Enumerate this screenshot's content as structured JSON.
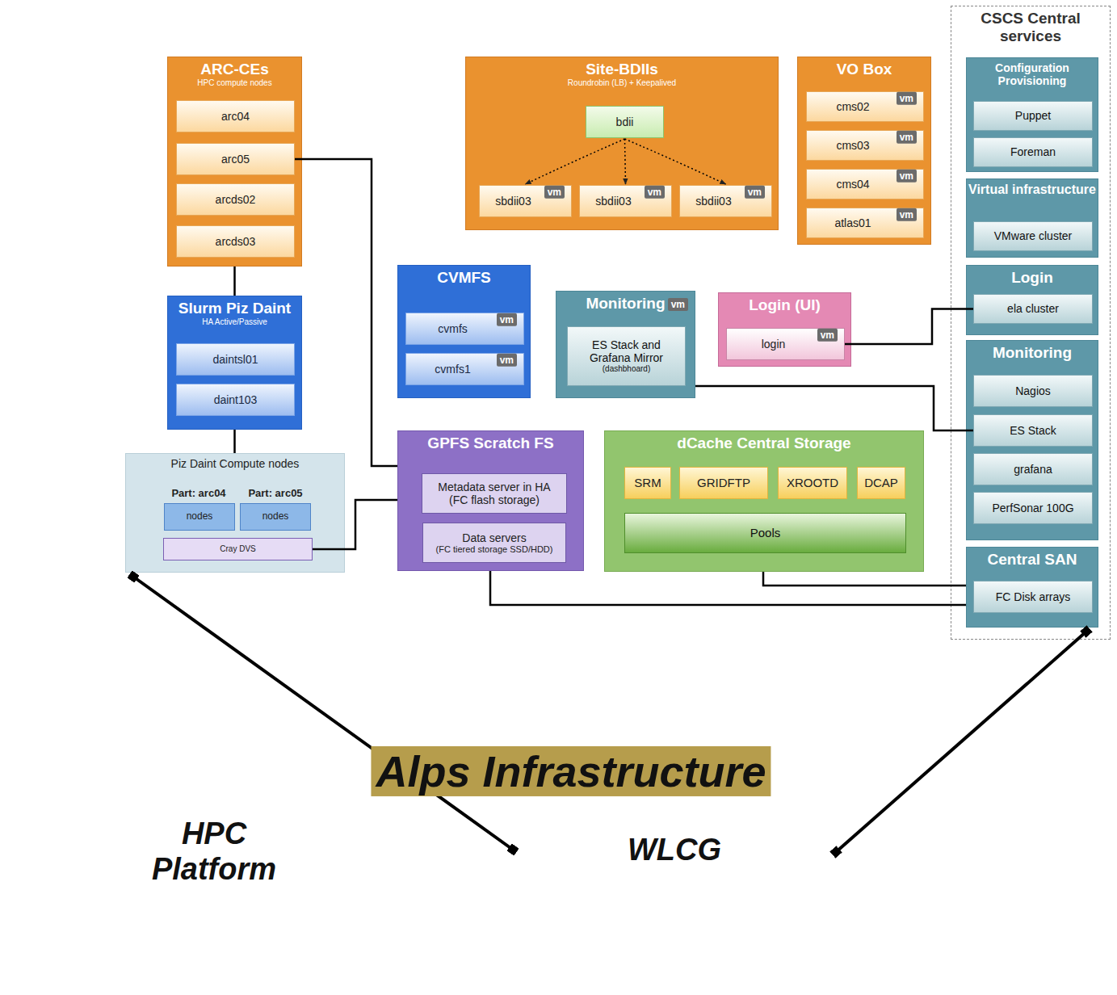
{
  "diagram": {
    "nodes": [
      {
        "text": [
          "ARC-CEs",
          "HPC compute nodes"
        ]
      },
      {
        "text": [
          "arc04"
        ],
        "in": 0
      },
      {
        "text": [
          "arc05"
        ],
        "in": 0
      },
      {
        "text": [
          "arcds02"
        ],
        "in": 0
      },
      {
        "text": [
          "arcds03"
        ],
        "in": 0
      },
      {
        "text": [
          "Site-BDIIs",
          "Roundrobin (LB) + Keepalived"
        ]
      },
      {
        "text": [
          "bdii"
        ],
        "in": 5
      },
      {
        "text": [
          "sbdii03",
          "vm"
        ],
        "in": 5
      },
      {
        "text": [
          "sbdii03",
          "vm"
        ],
        "in": 5
      },
      {
        "text": [
          "sbdii03",
          "vm"
        ],
        "in": 5
      },
      {
        "text": [
          "VO Box"
        ]
      },
      {
        "text": [
          "cms02",
          "vm"
        ],
        "in": 10
      },
      {
        "text": [
          "cms03",
          "vm"
        ],
        "in": 10
      },
      {
        "text": [
          "cms04",
          "vm"
        ],
        "in": 10
      },
      {
        "text": [
          "atlas01",
          "vm"
        ],
        "in": 10
      },
      {
        "text": [
          "CSCS Central services"
        ]
      },
      {
        "text": [
          "Configuration Provisioning"
        ],
        "in": 15
      },
      {
        "text": [
          "Puppet"
        ],
        "in": 16
      },
      {
        "text": [
          "Foreman"
        ],
        "in": 16
      },
      {
        "text": [
          "Virtual infrastructure"
        ],
        "in": 15
      },
      {
        "text": [
          "VMware cluster"
        ],
        "in": 19
      },
      {
        "text": [
          "Login"
        ],
        "in": 15
      },
      {
        "text": [
          "ela cluster"
        ],
        "in": 21
      },
      {
        "text": [
          "Monitoring"
        ],
        "in": 15
      },
      {
        "text": [
          "Nagios"
        ],
        "in": 23
      },
      {
        "text": [
          "ES Stack"
        ],
        "in": 23
      },
      {
        "text": [
          "grafana"
        ],
        "in": 23
      },
      {
        "text": [
          "PerfSonar 100G"
        ],
        "in": 23
      },
      {
        "text": [
          "Central SAN"
        ],
        "in": 15
      },
      {
        "text": [
          "FC Disk arrays"
        ],
        "in": 28
      },
      {
        "text": [
          "Slurm Piz Daint",
          "HA Active/Passive"
        ]
      },
      {
        "text": [
          "daintsl01"
        ],
        "in": 30
      },
      {
        "text": [
          "daint103"
        ],
        "in": 30
      },
      {
        "text": [
          "CVMFS"
        ]
      },
      {
        "text": [
          "cvmfs",
          "vm"
        ],
        "in": 33
      },
      {
        "text": [
          "cvmfs1",
          "vm"
        ],
        "in": 33
      },
      {
        "text": [
          "Monitoring",
          "vm"
        ]
      },
      {
        "text": [
          "ES Stack and Grafana Mirror",
          "(dashbhoard)"
        ],
        "in": 36
      },
      {
        "text": [
          "Login (UI)"
        ]
      },
      {
        "text": [
          "login",
          "vm"
        ],
        "in": 38
      },
      {
        "text": [
          "Piz Daint Compute nodes",
          "Part: arc04",
          "Part: arc05"
        ]
      },
      {
        "text": [
          "nodes"
        ],
        "in": 40
      },
      {
        "text": [
          "nodes"
        ],
        "in": 40
      },
      {
        "text": [
          "Cray DVS"
        ],
        "in": 40
      },
      {
        "text": [
          "GPFS Scratch FS"
        ]
      },
      {
        "text": [
          "Metadata server in HA (FC flash storage)"
        ],
        "in": 44
      },
      {
        "text": [
          "Data servers",
          "(FC tiered storage SSD/HDD)"
        ],
        "in": 44
      },
      {
        "text": [
          "dCache Central Storage"
        ]
      },
      {
        "text": [
          "SRM"
        ],
        "in": 47
      },
      {
        "text": [
          "GRIDFTP"
        ],
        "in": 47
      },
      {
        "text": [
          "XROOTD"
        ],
        "in": 47
      },
      {
        "text": [
          "DCAP"
        ],
        "in": 47
      },
      {
        "text": [
          "Pools"
        ],
        "in": 47
      },
      {
        "text": [
          "Alps Infrastructure"
        ]
      },
      {
        "text": [
          "HPC Platform"
        ],
        "in": 53
      },
      {
        "text": [
          "WLCG"
        ],
        "in": 53
      }
    ],
    "edges": [
      {
        "from": 0,
        "to": 30,
        "arrow": "none"
      },
      {
        "from": 30,
        "to": 40,
        "arrow": "none"
      },
      {
        "from": 2,
        "to": 44,
        "arrow": "none"
      },
      {
        "from": 43,
        "to": 44,
        "arrow": "none"
      },
      {
        "from": 39,
        "to": 22,
        "arrow": "none"
      },
      {
        "from": 36,
        "to": 25,
        "arrow": "none"
      },
      {
        "from": 47,
        "to": 28,
        "arrow": "none"
      },
      {
        "from": 44,
        "to": 28,
        "arrow": "none"
      },
      {
        "from": 55,
        "to": 40,
        "arrow": "none"
      },
      {
        "from": 55,
        "to": 15,
        "arrow": "none"
      },
      {
        "from": 6,
        "to": 7,
        "arrow": "to"
      },
      {
        "from": 6,
        "to": 8,
        "arrow": "to"
      },
      {
        "from": 6,
        "to": 9,
        "arrow": "to"
      }
    ]
  }
}
